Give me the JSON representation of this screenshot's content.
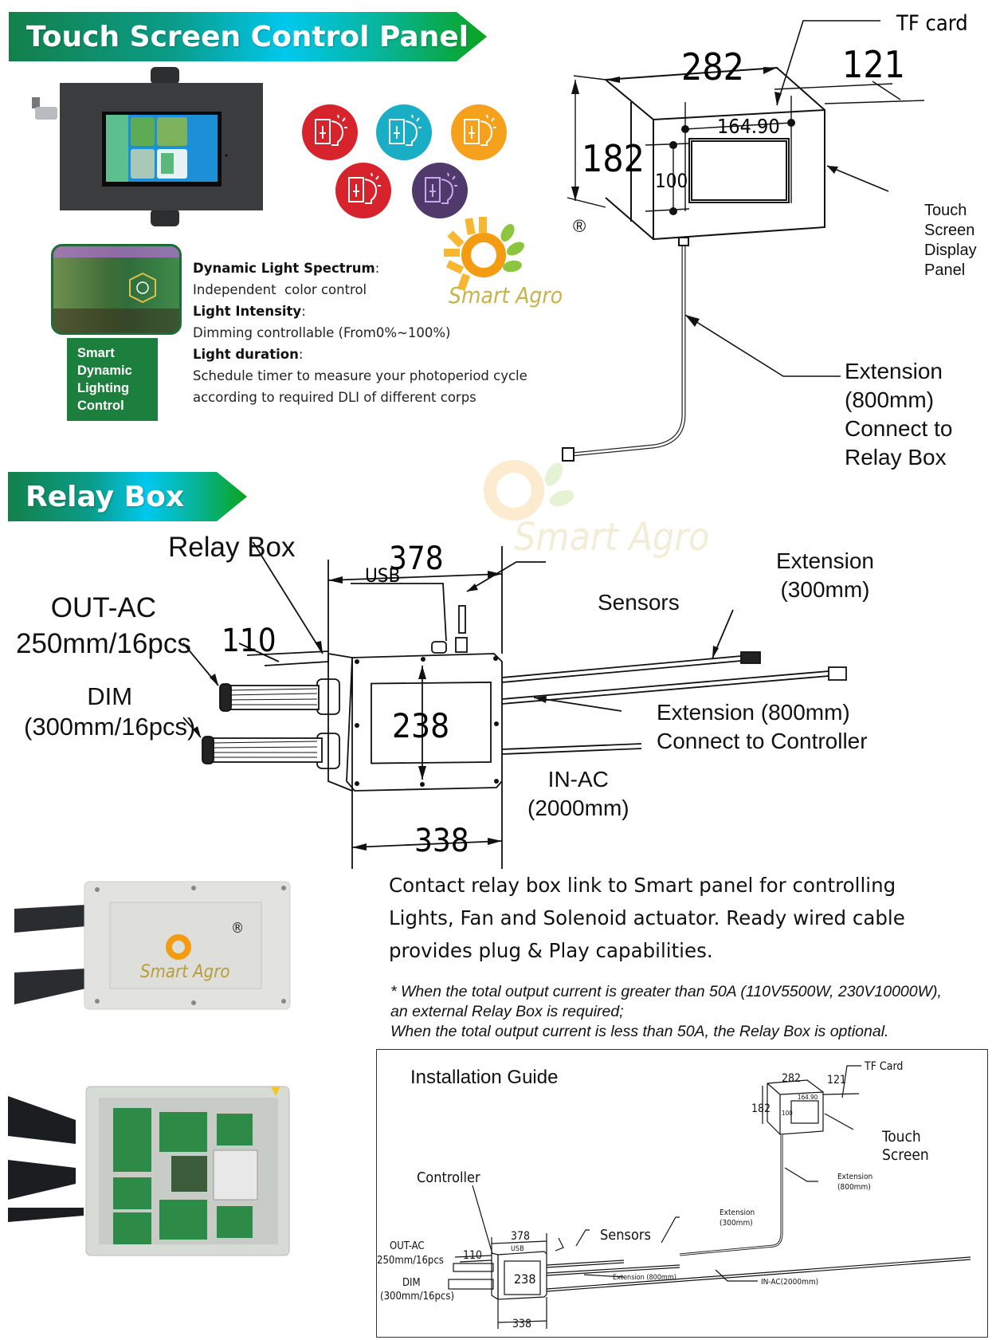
{
  "sections": {
    "touch_panel_banner": "Touch Screen Control Panel",
    "relay_box_banner": "Relay Box"
  },
  "brand": {
    "name": "Smart Agro",
    "registered_mark": "®",
    "colors": {
      "sun": "#f5a623",
      "leaf": "#8cc63f",
      "banner_green": "#13804a",
      "banner_cyan": "#00c8ee",
      "green_box": "#1d7f3d"
    }
  },
  "light_icons": [
    {
      "name": "light-switch-icon",
      "color": "#d7232b"
    },
    {
      "name": "light-switch-icon",
      "color": "#19aec6"
    },
    {
      "name": "light-switch-icon",
      "color": "#f5a11e"
    },
    {
      "name": "light-switch-icon",
      "color": "#d7232b"
    },
    {
      "name": "light-switch-icon",
      "color": "#4f3a6b"
    }
  ],
  "smart_box": {
    "line1": "Smart",
    "line2": "Dynamic",
    "line3": "Lighting",
    "line4": "Control"
  },
  "features": [
    {
      "title": "Dynamic Light Spectrum",
      "desc": "Independent  color control"
    },
    {
      "title": "Light Intensity",
      "desc": "Dimming controllable (From0%~100%)"
    },
    {
      "title": "Light duration",
      "desc": "Schedule timer to measure your photoperiod cycle",
      "desc2": "according to required DLI of different corps"
    }
  ],
  "panel_drawing": {
    "tf_card": "TF card",
    "dim_width": "282",
    "dim_depth": "121",
    "dim_height": "182",
    "dim_screen_w": "164.90",
    "dim_screen_h": "100",
    "panel_label": [
      "Touch",
      "Screen",
      "Display",
      "Panel"
    ],
    "extension_label": [
      "Extension",
      "(800mm)",
      "Connect to",
      "Relay Box"
    ]
  },
  "relay_drawing": {
    "title": "Relay Box",
    "out_ac": [
      "OUT-AC",
      "250mm/16pcs"
    ],
    "dim": [
      "DIM",
      "(300mm/16pcs)"
    ],
    "dim_width": "378",
    "dim_depth": "110",
    "dim_height": "238",
    "dim_bottom": "338",
    "usb": "USB",
    "sensors": "Sensors",
    "ext300": [
      "Extension",
      "(300mm)"
    ],
    "ext800": [
      "Extension (800mm)",
      "Connect to Controller"
    ],
    "in_ac": [
      "IN-AC",
      "(2000mm)"
    ]
  },
  "description": {
    "main": [
      "Contact relay box link to Smart panel for controlling",
      "Lights, Fan and Solenoid actuator. Ready wired cable",
      "provides plug & Play capabilities."
    ],
    "note": [
      "* When the total output current is greater than 50A (110V5500W, 230V10000W),",
      "an external Relay Box is required;",
      "When the total output current is less than 50A, the Relay Box is optional."
    ]
  },
  "install_guide": {
    "title": "Installation Guide",
    "tf_card": "TF Card",
    "d282": "282",
    "d121": "121",
    "d182": "182",
    "d164": "164.90",
    "d100": "100",
    "touch_screen": [
      "Touch",
      "Screen"
    ],
    "controller": "Controller",
    "ext800_top": [
      "Extension",
      "(800mm)"
    ],
    "ext300": [
      "Extension",
      "(300mm)"
    ],
    "sensors": "Sensors",
    "out_ac": [
      "OUT-AC",
      "250mm/16pcs"
    ],
    "dim": [
      "DIM",
      "(300mm/16pcs)"
    ],
    "d378": "378",
    "d110": "110",
    "d238": "238",
    "d338": "338",
    "usb": "USB",
    "ext800_mid": "Extension (800mm)",
    "in_ac": "IN-AC(2000mm)"
  }
}
